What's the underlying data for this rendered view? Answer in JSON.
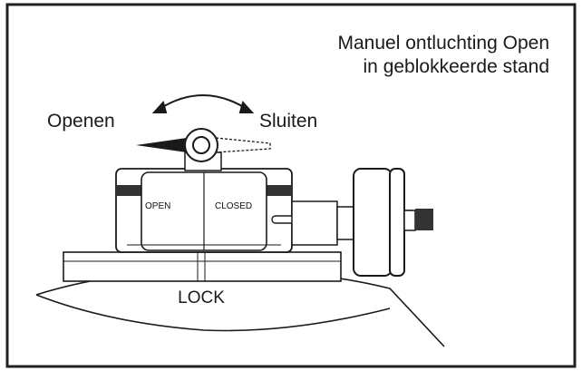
{
  "caption": {
    "line1": "Manuel ontluchting Open",
    "line2": "in geblokkeerde stand"
  },
  "labels": {
    "open_direction": "Openen",
    "close_direction": "Sluiten",
    "valve_open": "OPEN",
    "valve_closed": "CLOSED",
    "base_lock": "LOCK"
  },
  "colors": {
    "ink": "#1a1a1a",
    "background": "#ffffff",
    "frame": "#222222"
  }
}
